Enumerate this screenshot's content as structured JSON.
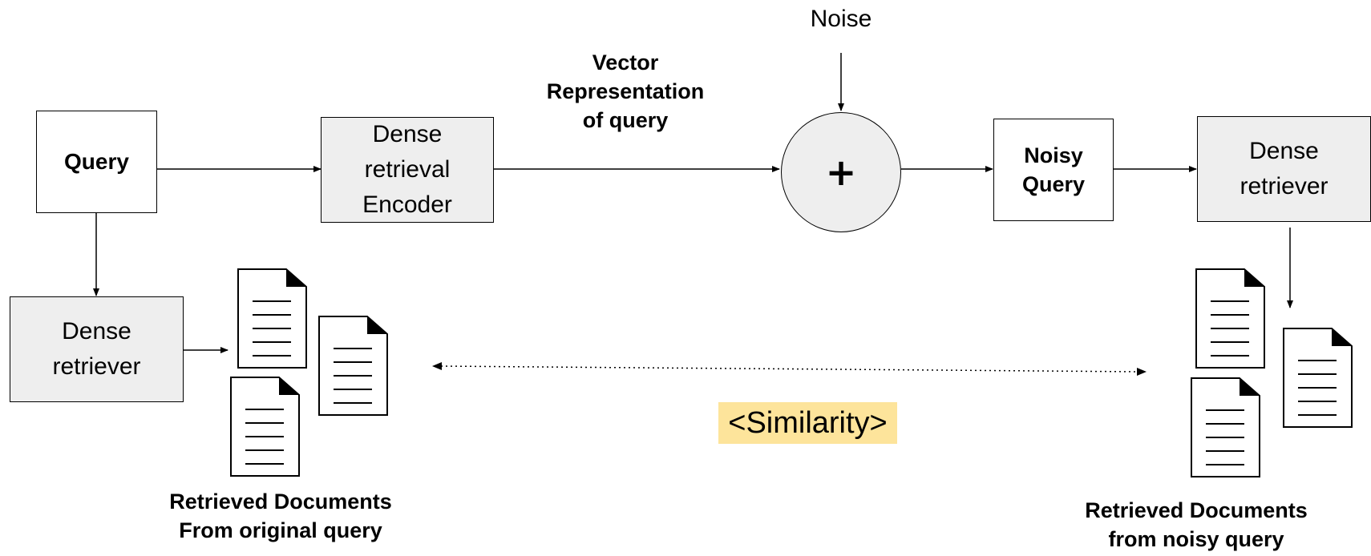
{
  "nodes": {
    "query": "Query",
    "encoder_lines": [
      "Dense",
      "retrieval",
      "Encoder"
    ],
    "vector_rep_lines": [
      "Vector",
      "Representation",
      "of query"
    ],
    "noise": "Noise",
    "plus": "+",
    "noisy_query_lines": [
      "Noisy",
      "Query"
    ],
    "dense_retriever_right_lines": [
      "Dense",
      "retriever"
    ],
    "dense_retriever_left_lines": [
      "Dense",
      "retriever"
    ]
  },
  "labels": {
    "retrieved_original_lines": [
      "Retrieved Documents",
      "From original query"
    ],
    "retrieved_noisy_lines": [
      "Retrieved Documents",
      "from noisy query"
    ],
    "similarity": "<Similarity>"
  },
  "icons": {
    "document": "document-icon"
  },
  "colors": {
    "box_fill": "#eeeeee",
    "similarity_highlight": "#fde49b",
    "stroke": "#000000"
  }
}
